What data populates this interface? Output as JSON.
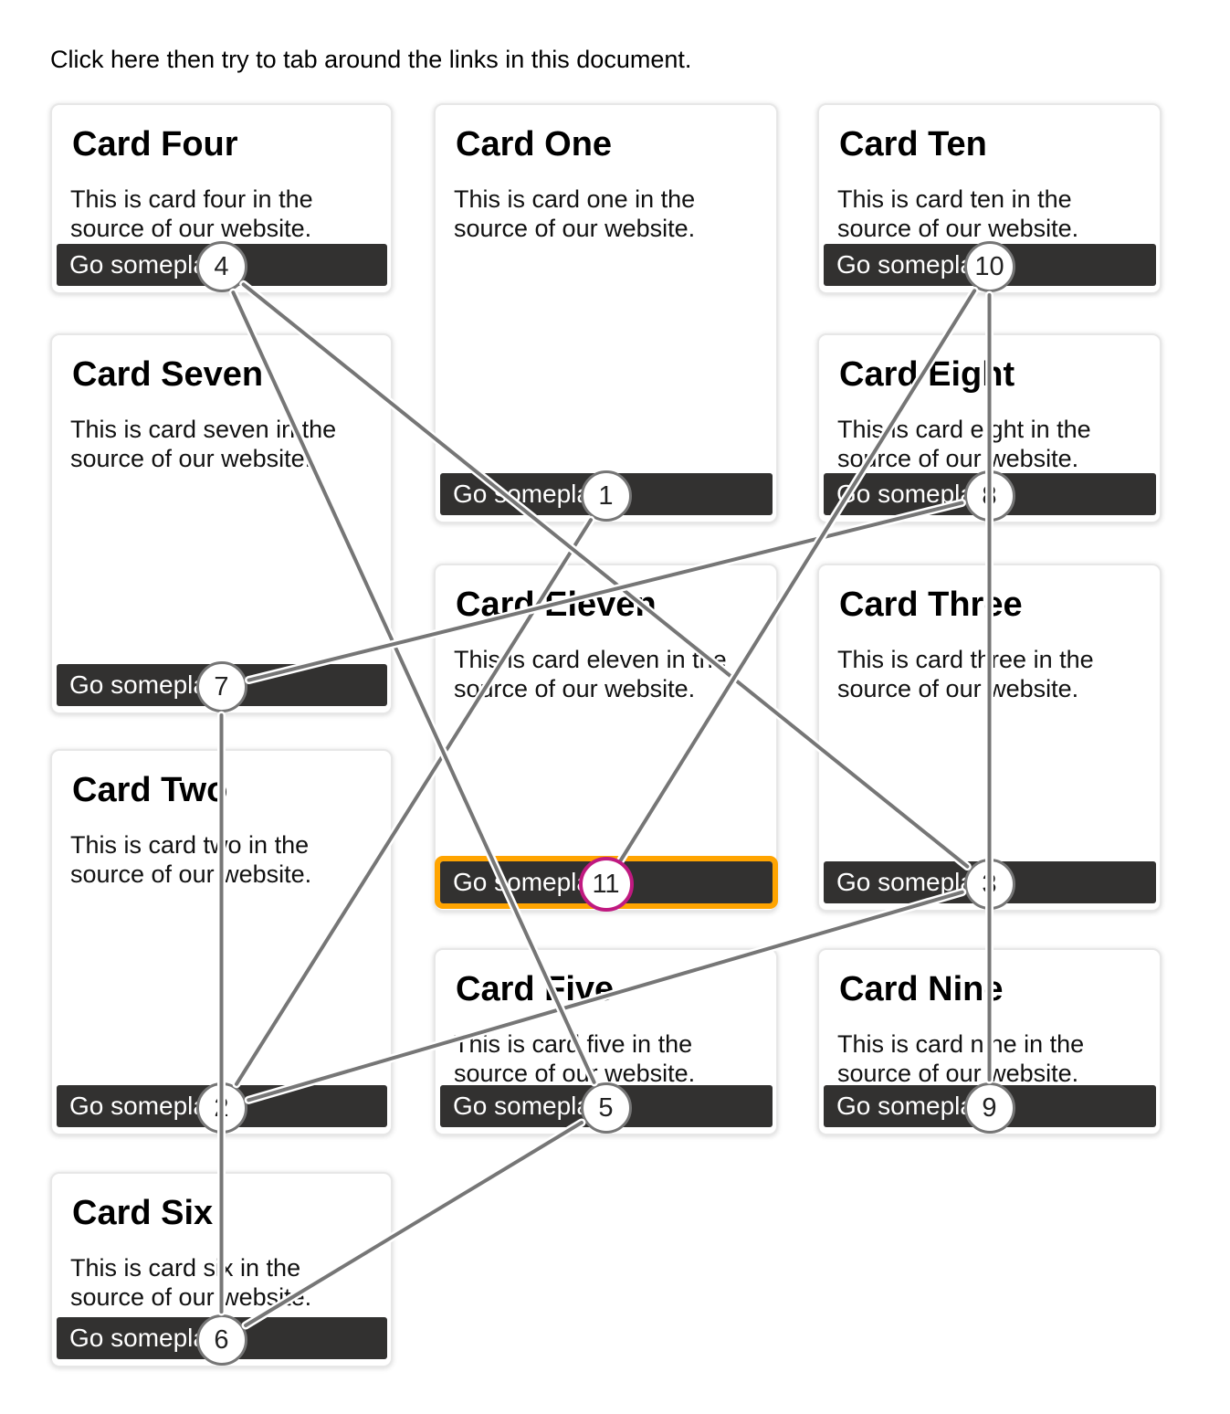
{
  "page": {
    "intro": "Click here then try to tab around the links in this document."
  },
  "cards": [
    {
      "key": "four",
      "title": "Card Four",
      "body": "This is card four in the source of our website.",
      "button_label": "Go someplace",
      "tab_order": 4,
      "focused": false
    },
    {
      "key": "one",
      "title": "Card One",
      "body": "This is card one in the source of our website.",
      "button_label": "Go someplace",
      "tab_order": 1,
      "focused": false
    },
    {
      "key": "ten",
      "title": "Card Ten",
      "body": "This is card ten in the source of our website.",
      "button_label": "Go someplace",
      "tab_order": 10,
      "focused": false
    },
    {
      "key": "seven",
      "title": "Card Seven",
      "body": "This is card seven in the source of our website.",
      "button_label": "Go someplace",
      "tab_order": 7,
      "focused": false
    },
    {
      "key": "eight",
      "title": "Card Eight",
      "body": "This is card eight in the source of our website.",
      "button_label": "Go someplace",
      "tab_order": 8,
      "focused": false
    },
    {
      "key": "eleven",
      "title": "Card Eleven",
      "body": "This is card eleven in the source of our website.",
      "button_label": "Go someplace",
      "tab_order": 11,
      "focused": true
    },
    {
      "key": "three",
      "title": "Card Three",
      "body": "This is card three in the source of our website.",
      "button_label": "Go someplace",
      "tab_order": 3,
      "focused": false
    },
    {
      "key": "two",
      "title": "Card Two",
      "body": "This is card two in the source of our website.",
      "button_label": "Go someplace",
      "tab_order": 2,
      "focused": false
    },
    {
      "key": "five",
      "title": "Card Five",
      "body": "This is card five in the source of our website.",
      "button_label": "Go someplace",
      "tab_order": 5,
      "focused": false
    },
    {
      "key": "nine",
      "title": "Card Nine",
      "body": "This is card nine in the source of our website.",
      "button_label": "Go someplace",
      "tab_order": 9,
      "focused": false
    },
    {
      "key": "six",
      "title": "Card Six",
      "body": "This is card six in the source of our website.",
      "button_label": "Go someplace",
      "tab_order": 6,
      "focused": false
    }
  ],
  "tab_path": {
    "order": [
      1,
      2,
      3,
      4,
      5,
      6,
      7,
      8,
      9,
      10,
      11
    ]
  },
  "colors": {
    "button_bg": "#323130",
    "focus_outline": "#ffa400",
    "badge_border": "#767676",
    "badge_active_border": "#c01980",
    "line": "#767676",
    "line_casing": "#ffffff"
  }
}
